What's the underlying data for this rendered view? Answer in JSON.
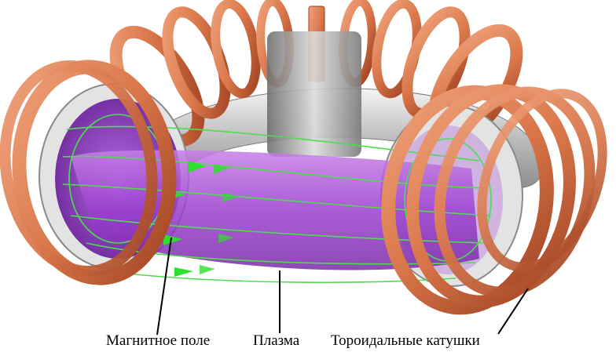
{
  "labels": {
    "magnetic_field": "Магнитное поле",
    "plasma": "Плазма",
    "toroidal_coils": "Тороидальные катушки"
  },
  "colors": {
    "copper": "#d9764a",
    "copper_dark": "#a84a25",
    "steel": "#c9c9c9",
    "plasma": "#9b3fcf",
    "field_lines": "#4fdc4f",
    "arrows": "#2ee02e"
  }
}
